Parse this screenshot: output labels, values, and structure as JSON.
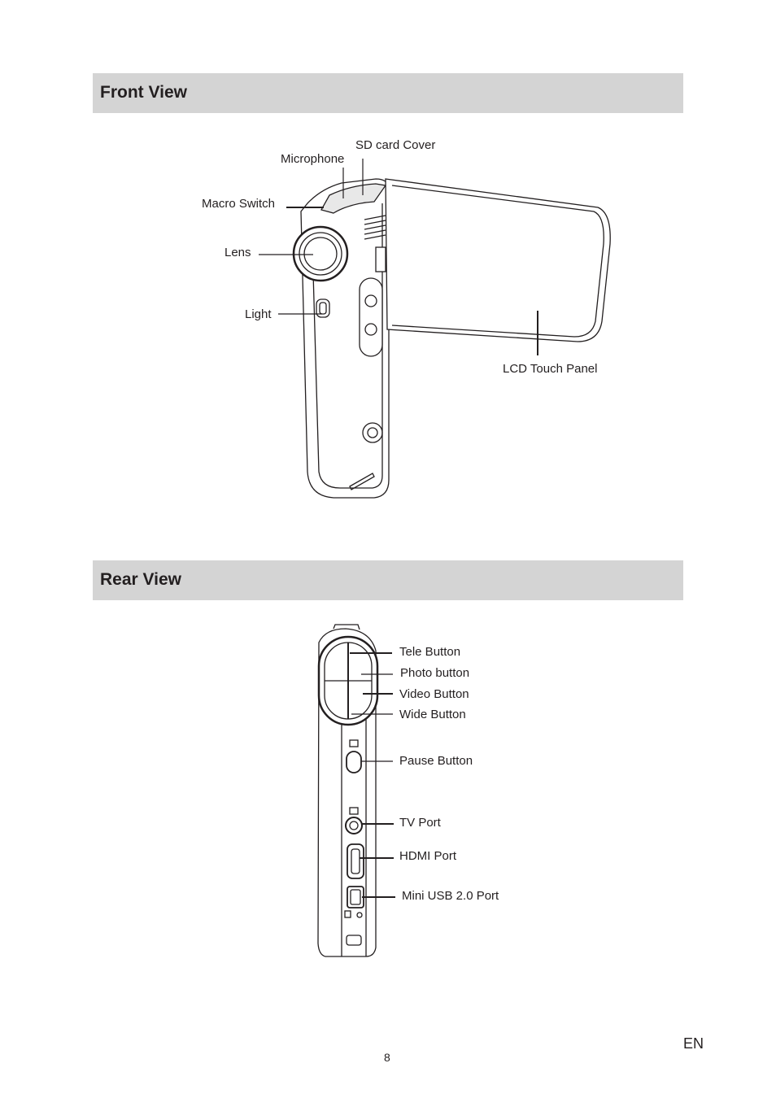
{
  "sections": {
    "front": {
      "title": "Front View",
      "labels": {
        "sd_card_cover": "SD card Cover",
        "microphone": "Microphone",
        "macro_switch": "Macro Switch",
        "lens": "Lens",
        "light": "Light",
        "lcd_touch_panel": "LCD Touch Panel"
      }
    },
    "rear": {
      "title": "Rear View",
      "labels": {
        "tele_button": "Tele Button",
        "photo_button": "Photo button",
        "video_button": "Video Button",
        "wide_button": "Wide Button",
        "pause_button": "Pause Button",
        "tv_port": "TV Port",
        "hdmi_port": "HDMI Port",
        "mini_usb_port": "Mini USB 2.0 Port"
      }
    }
  },
  "footer": {
    "language": "EN",
    "page_number": "8"
  }
}
